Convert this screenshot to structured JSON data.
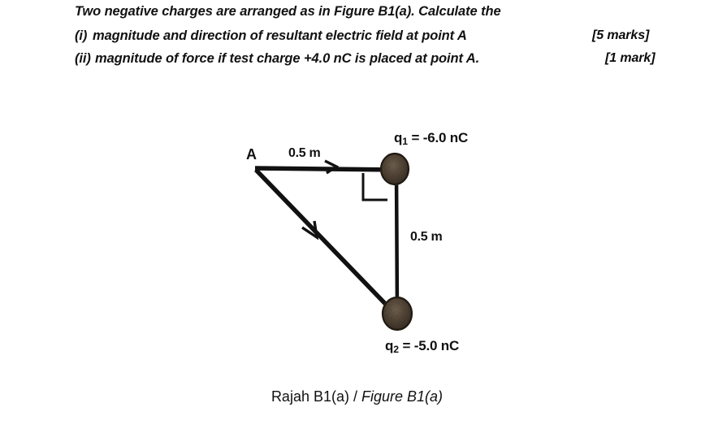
{
  "question": {
    "stem": "Two negative charges are arranged as in Figure B1(a). Calculate the",
    "items": [
      {
        "marker": "(i)",
        "text": "magnitude and direction of resultant electric field at point A",
        "marks": "[5 marks]"
      },
      {
        "marker": "(ii)",
        "text": "magnitude of force if test charge +4.0 nC is placed at point A.",
        "marks": "[1 mark]"
      }
    ]
  },
  "figure": {
    "point_label": "A",
    "charge1": {
      "symbol": "q",
      "subscript": "1",
      "value": " = -6.0 nC",
      "full": "q1 = -6.0 nC"
    },
    "charge2": {
      "symbol": "q",
      "subscript": "2",
      "value": " = -5.0 nC",
      "full": "q2 = -5.0 nC"
    },
    "dimension_top": "0.5 m",
    "dimension_side": "0.5 m",
    "right_angle_marker": "right-angle",
    "caption_roman": "Rajah B1(a) / ",
    "caption_italic": "Figure B1(a)",
    "colors": {
      "line": "#111111",
      "charge_fill": "#5a4b3c",
      "charge_edge": "#1c1812",
      "text": "#111111",
      "background": "#ffffff"
    }
  }
}
